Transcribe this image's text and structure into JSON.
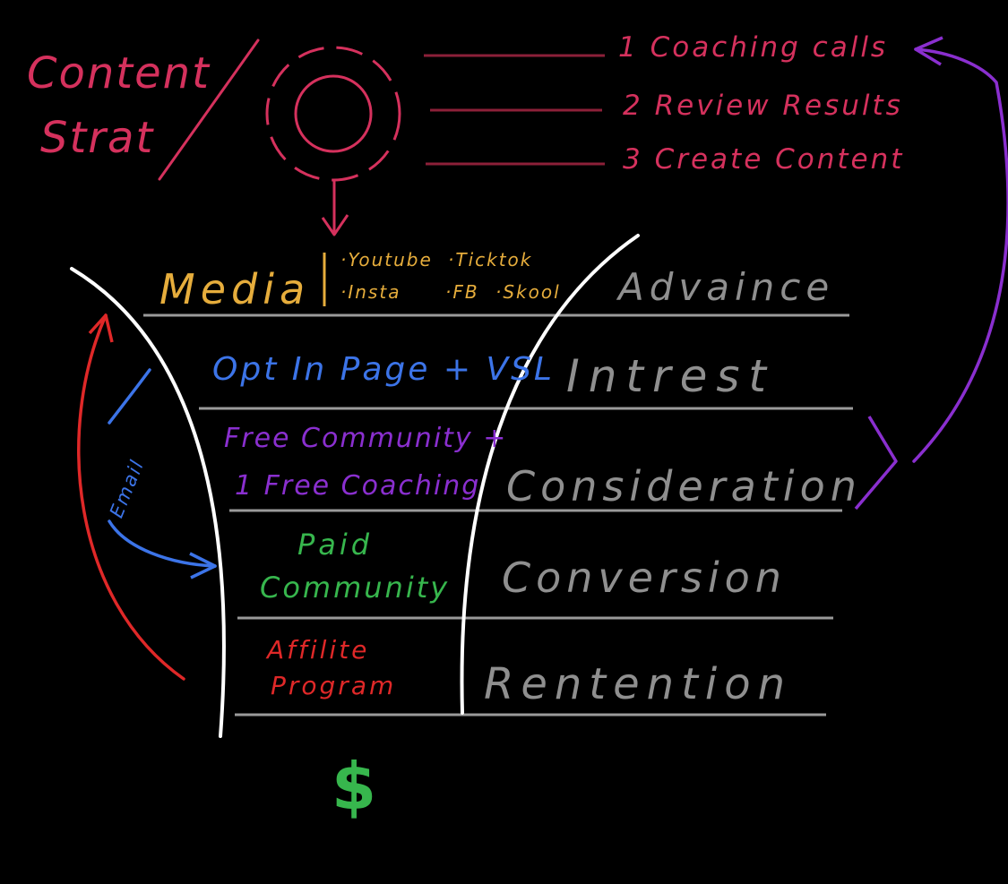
{
  "title": {
    "line1": "Content",
    "line2": "Strat"
  },
  "steps": [
    "1 Coaching calls",
    "2 Review Results",
    "3 Create Content"
  ],
  "media": {
    "label": "Media",
    "platforms": [
      "·Youtube",
      "·Ticktok",
      "·Insta",
      "·FB",
      "·Skool"
    ]
  },
  "funnel_items": {
    "optin": "Opt In Page + VSL",
    "free_line1": "Free Community +",
    "free_line2": "1 Free Coaching",
    "paid_line1": "Paid",
    "paid_line2": "Community",
    "affiliate_line1": "Affilite",
    "affiliate_line2": "Program"
  },
  "stages": [
    "Advaince",
    "Intrest",
    "Consideration",
    "Conversion",
    "Rentention"
  ],
  "email_label": "Email",
  "dollar": "$",
  "colors": {
    "crimson": "#d5315d",
    "gold": "#e6ad3c",
    "blue": "#3c74e8",
    "purple": "#8a2fcf",
    "green": "#37b64d",
    "red": "#df2828",
    "gray": "#8f8f8f",
    "line": "#9a9a9a",
    "white": "#ffffff"
  }
}
